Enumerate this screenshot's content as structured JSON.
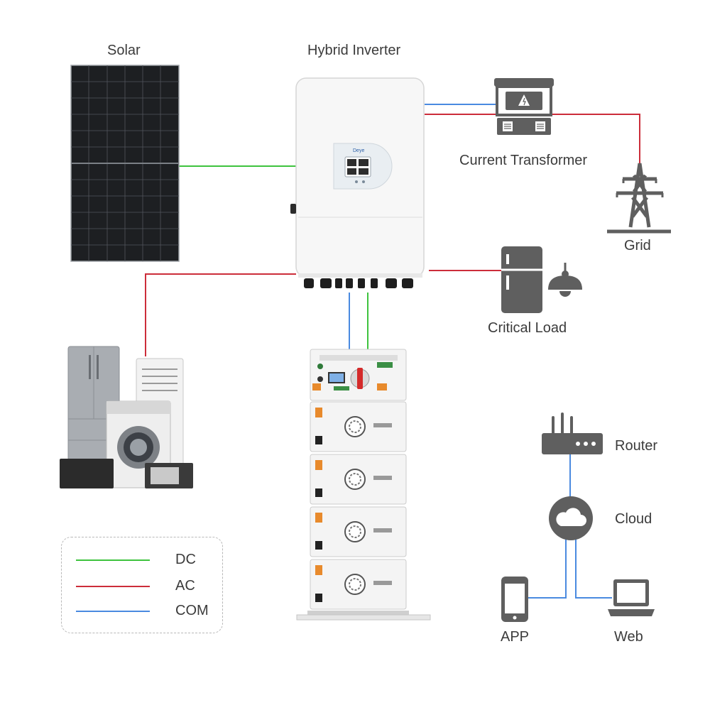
{
  "labels": {
    "solar": "Solar",
    "hybrid_inverter": "Hybrid Inverter",
    "current_transformer": "Current Transformer",
    "grid": "Grid",
    "critical_load": "Critical Load",
    "router": "Router",
    "cloud": "Cloud",
    "app": "APP",
    "web": "Web"
  },
  "inverter_brand": "Deye",
  "legend": [
    {
      "label": "DC",
      "color": "#3ec33e"
    },
    {
      "label": "AC",
      "color": "#cc2d3a"
    },
    {
      "label": "COM",
      "color": "#4a8ae0"
    }
  ],
  "colors": {
    "dc": "#3ec33e",
    "ac": "#cc2d3a",
    "com": "#4a8ae0",
    "icon_gray": "#5f5f5f",
    "panel": "#1d1f22"
  },
  "battery_modules": 4
}
